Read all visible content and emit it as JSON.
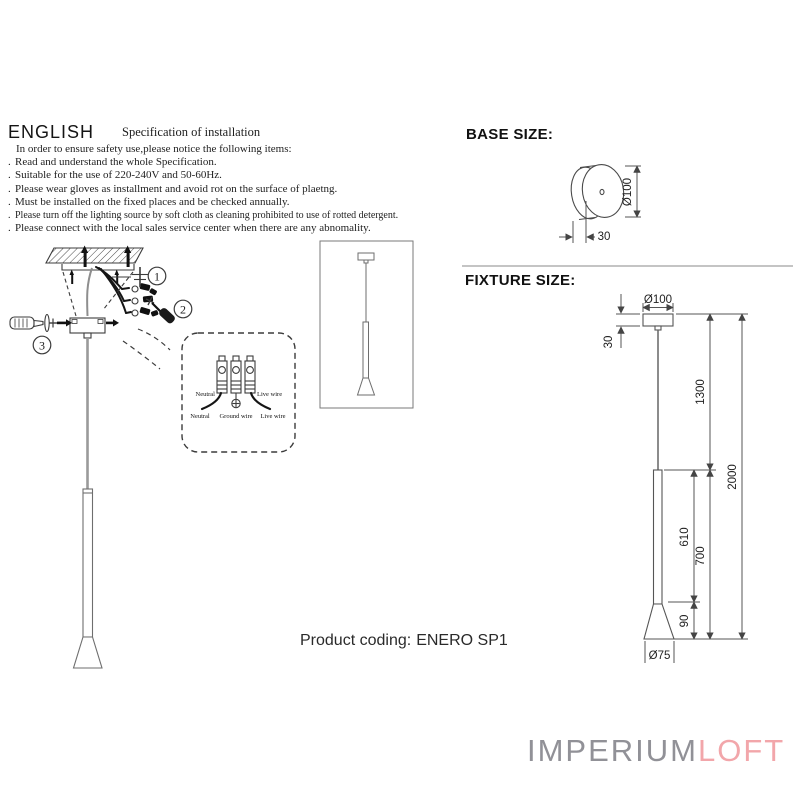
{
  "header": {
    "language": "ENGLISH",
    "subtitle": "Specification of installation"
  },
  "safety": {
    "bullet": ".",
    "intro": "In order to ensure safety use,please notice the following items:",
    "items": [
      "Read and understand the whole Specification.",
      "Suitable for the use of 220-240V and 50-60Hz.",
      "Please wear gloves as installment and avoid rot on the surface of plaetng.",
      "Must be installed on the fixed places and be checked annually.",
      "Please turn off the lighting source by soft cloth as cleaning prohibited to use of rotted detergent.",
      "Please connect with the local sales service center when there are any abnomality."
    ]
  },
  "install": {
    "step1": "1",
    "step2": "2",
    "step3": "3"
  },
  "wiring": {
    "neutral_top": "Neutral",
    "live_top": "Live wire",
    "neutral_bottom": "Neutral",
    "ground": "Ground wire",
    "live_bottom": "Live wire"
  },
  "base_size": {
    "title": "BASE SIZE:",
    "diameter": "Ø100",
    "depth": "30"
  },
  "fixture_size": {
    "title": "FIXTURE SIZE:",
    "canopy_diameter": "Ø100",
    "canopy_height": "30",
    "cord_length": "1300",
    "total_length": "2000",
    "tube_length": "610",
    "body_length": "700",
    "shade_height": "90",
    "shade_diameter": "Ø75"
  },
  "product": {
    "label": "Product coding:",
    "code": "ENERO SP1"
  },
  "brand": {
    "primary": "IMPERIUM",
    "accent": "LOFT",
    "primary_color": "#919197",
    "accent_color": "#f2a6aa"
  }
}
